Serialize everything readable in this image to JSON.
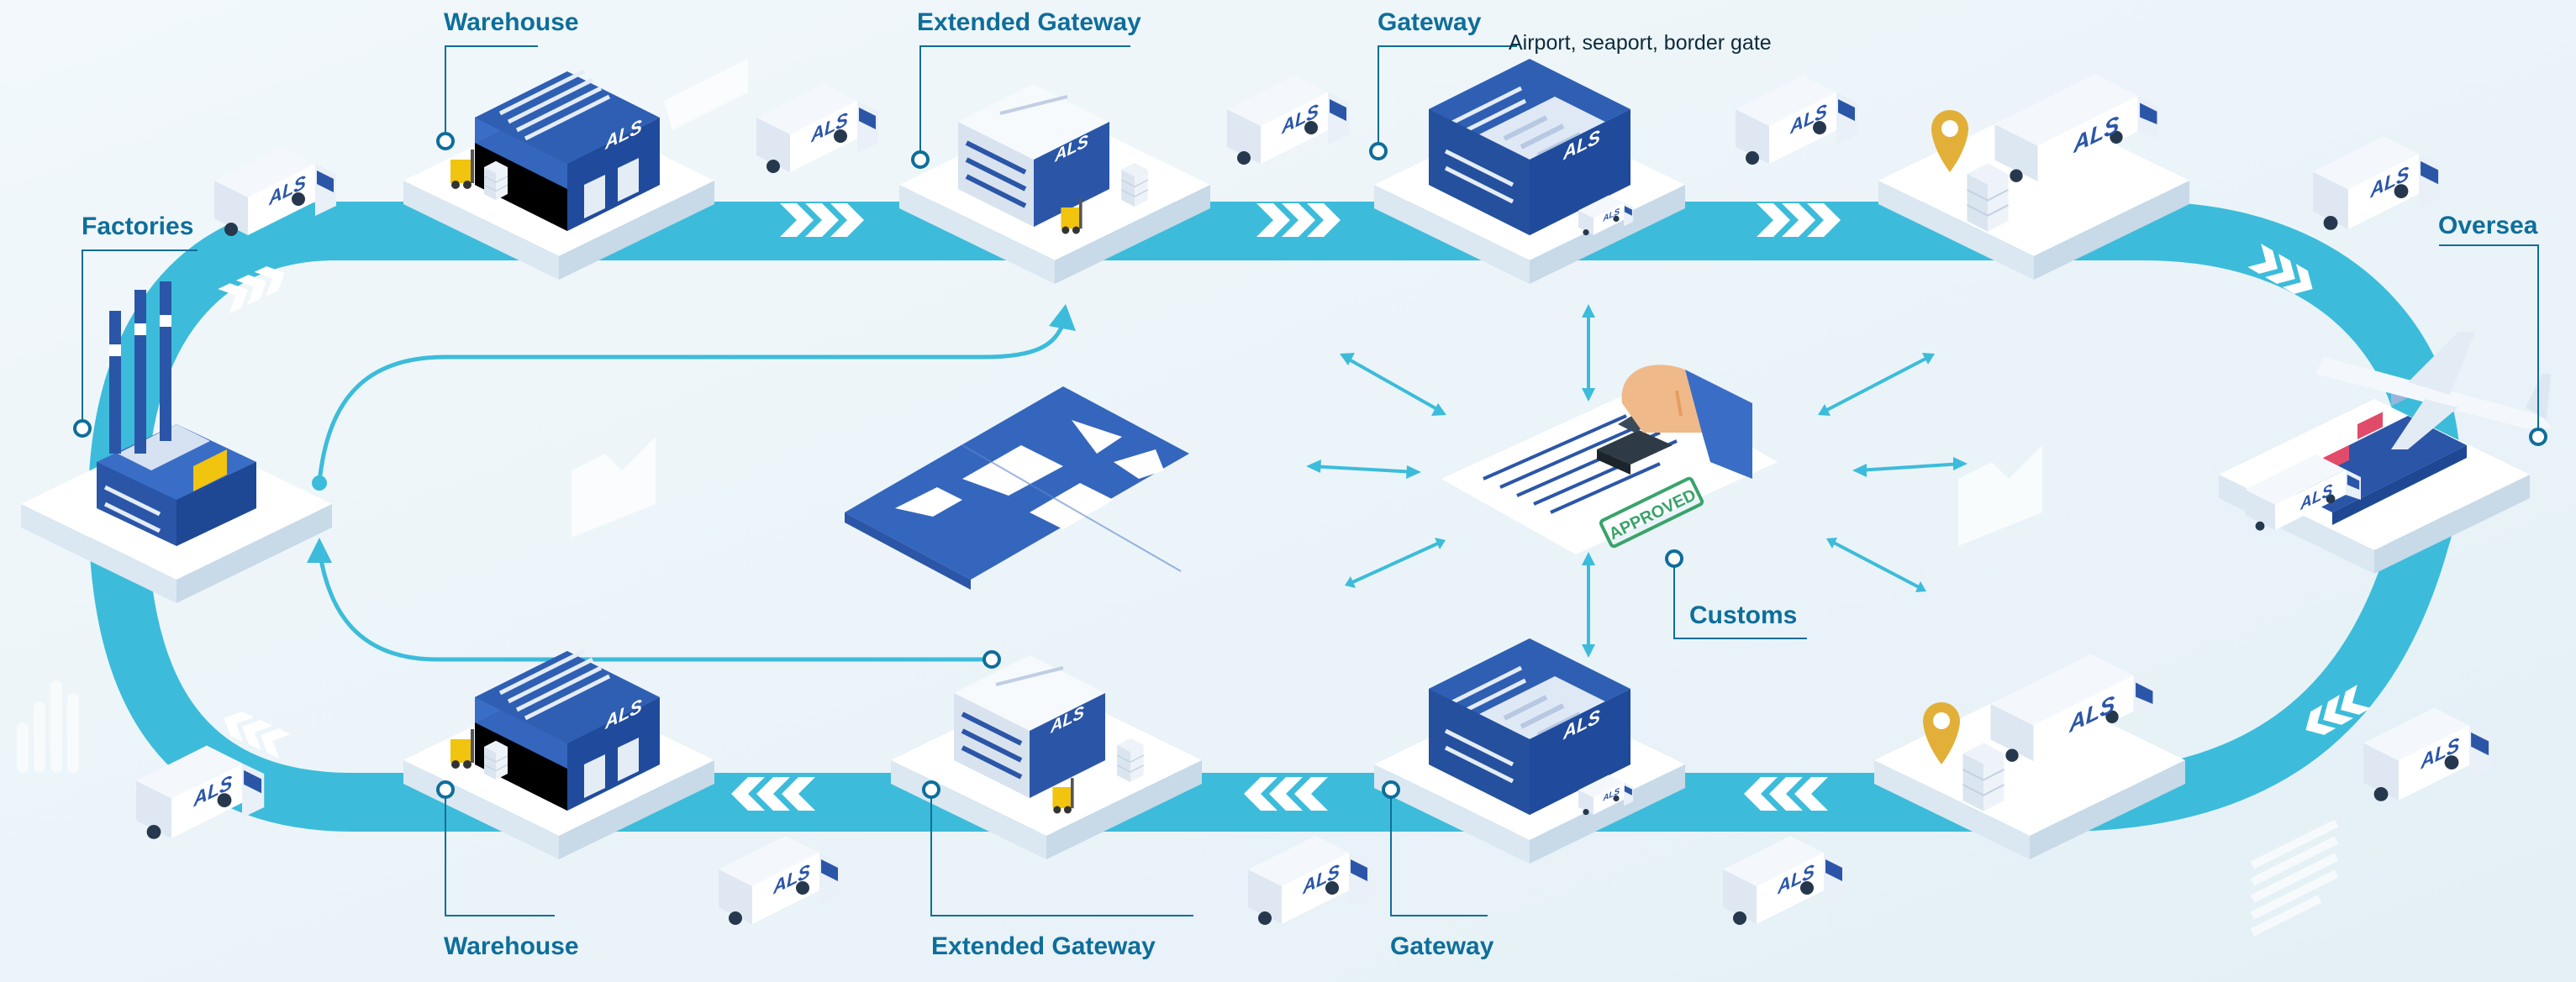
{
  "colors": {
    "background": "#eef6fa",
    "loop_cyan": "#3cbcda",
    "label_blue": "#0e6e9a",
    "building_blue": "#2b56a8",
    "building_light": "#e4ecf6",
    "platform": "#ffffff",
    "connector_dot": "#0e6e9a",
    "arrow": "#ffffff",
    "pin_gold": "#e2b038",
    "approved_green": "#3aa36b",
    "skin": "#f0b98a",
    "forklift_yellow": "#f1c40f"
  },
  "truck_brand": "ALS",
  "labels": {
    "factories": "Factories",
    "warehouse_top": "Warehouse",
    "extended_gateway_top": "Extended Gateway",
    "gateway_top": "Gateway",
    "gateway_top_note": "Airport, seaport, border gate",
    "oversea": "Oversea",
    "customs": "Customs",
    "warehouse_bottom": "Warehouse",
    "extended_gateway_bottom": "Extended Gateway",
    "gateway_bottom": "Gateway"
  },
  "stamp_text": "APPROVED",
  "icons": [
    "factory-icon",
    "warehouse-icon",
    "extended-gateway-icon",
    "gateway-icon",
    "truck-icon",
    "ship-icon",
    "airplane-icon",
    "world-map-icon",
    "stamp-icon",
    "location-pin-icon",
    "chevron-arrow-icon",
    "forklift-icon",
    "boxes-icon"
  ]
}
